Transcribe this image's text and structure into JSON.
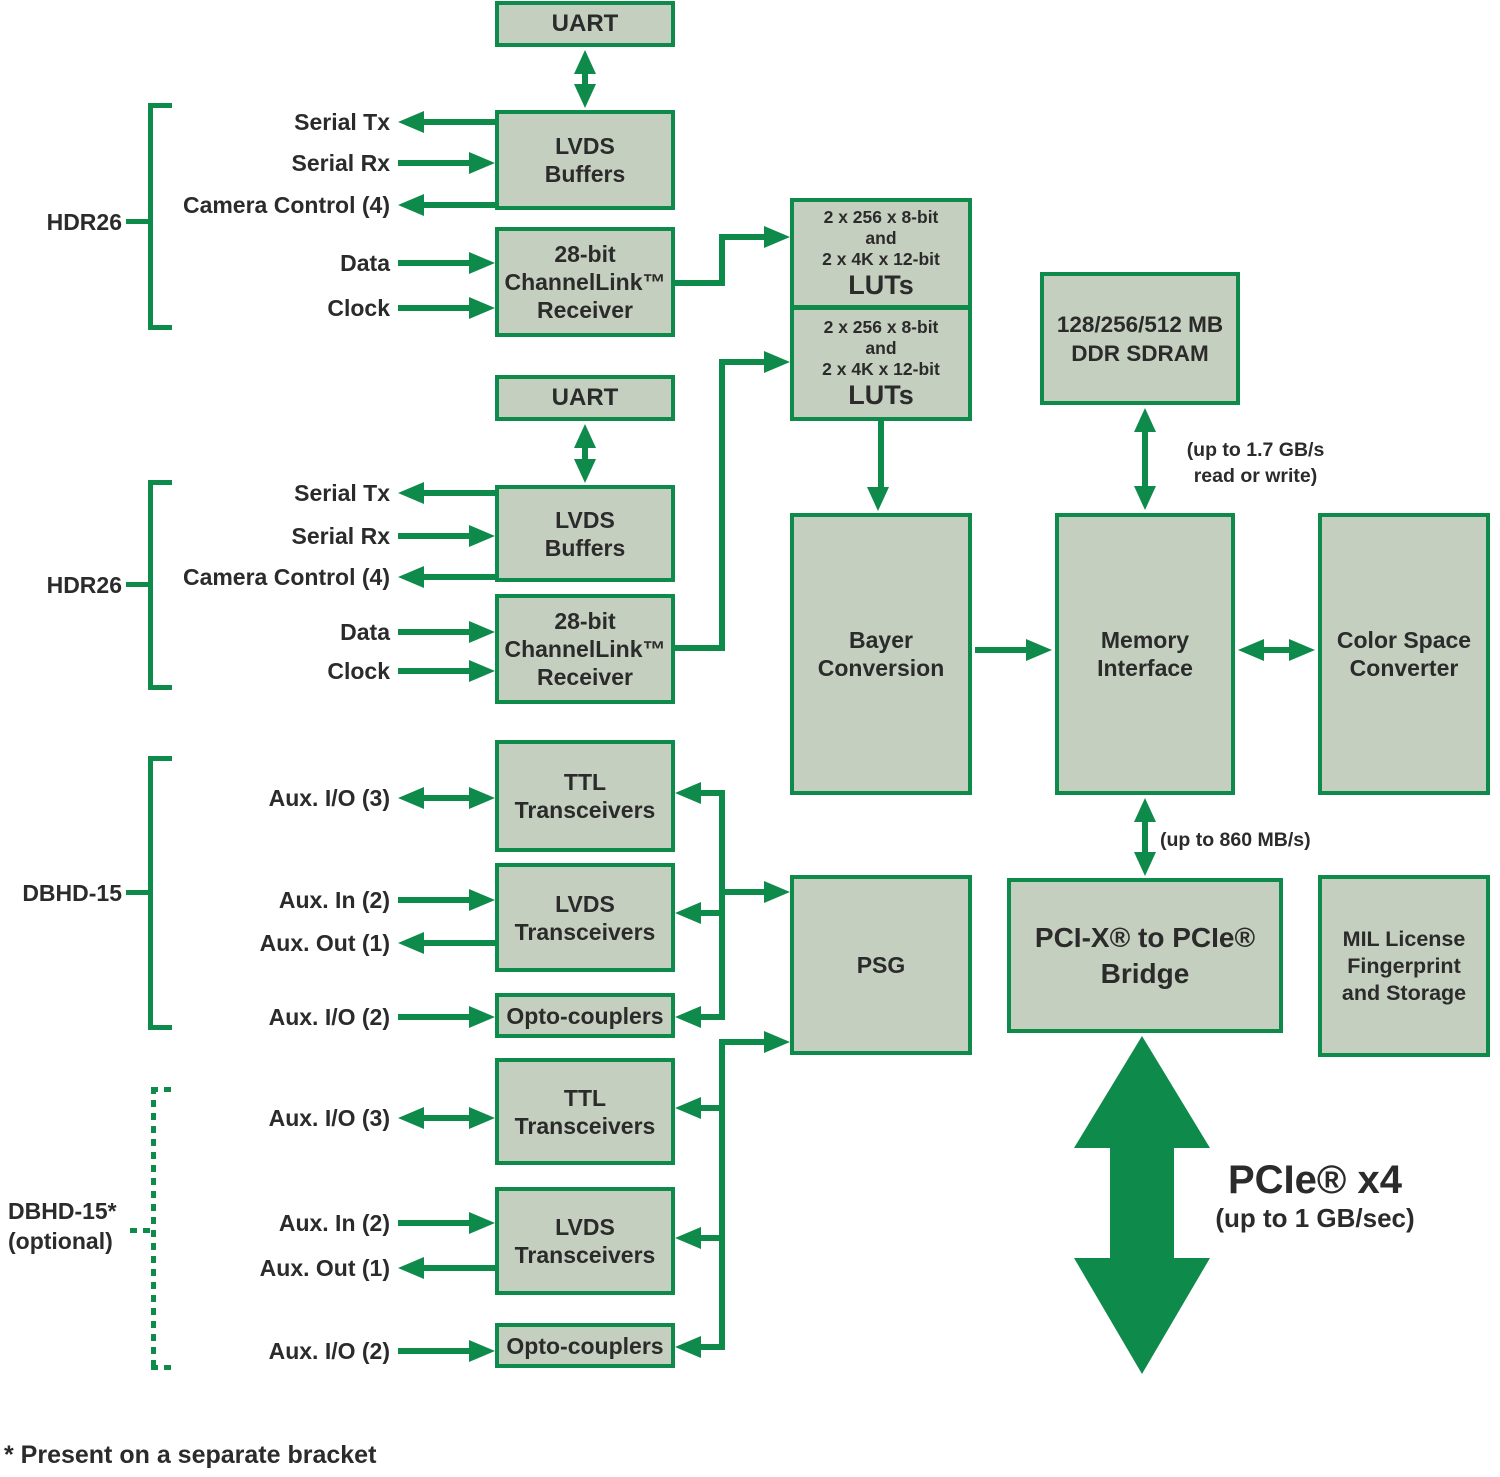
{
  "diagram": {
    "boxes": {
      "uart1": "UART",
      "lvds_buffers1": "LVDS\nBuffers",
      "receiver1": "28-bit\nChannelLink™\nReceiver",
      "uart2": "UART",
      "lvds_buffers2": "LVDS\nBuffers",
      "receiver2": "28-bit\nChannelLink™\nReceiver",
      "lut1_detail": "2 x 256 x 8-bit\nand\n2 x 4K x 12-bit",
      "lut1_title": "LUTs",
      "lut2_detail": "2 x 256 x 8-bit\nand\n2 x 4K x 12-bit",
      "lut2_title": "LUTs",
      "ddr_sdram": "128/256/512 MB\nDDR SDRAM",
      "bayer_conversion": "Bayer\nConversion",
      "memory_interface": "Memory\nInterface",
      "color_space_converter": "Color Space\nConverter",
      "ttl_transceivers1": "TTL\nTransceivers",
      "lvds_transceivers1": "LVDS\nTransceivers",
      "opto_couplers1": "Opto-couplers",
      "psg": "PSG",
      "pcix_pcie_bridge": "PCI-X® to PCIe®\nBridge",
      "mil_license": "MIL License\nFingerprint\nand Storage",
      "ttl_transceivers2": "TTL\nTransceivers",
      "lvds_transceivers2": "LVDS\nTransceivers",
      "opto_couplers2": "Opto-couplers"
    },
    "connectors": {
      "hdr26_1": "HDR26",
      "hdr26_2": "HDR26",
      "dbhd15": "DBHD-15",
      "dbhd15_optional": "DBHD-15*\n(optional)"
    },
    "ports": {
      "camera1": {
        "serial_tx": "Serial Tx",
        "serial_rx": "Serial Rx",
        "camera_control": "Camera Control (4)",
        "data": "Data",
        "clock": "Clock"
      },
      "camera2": {
        "serial_tx": "Serial Tx",
        "serial_rx": "Serial Rx",
        "camera_control": "Camera Control (4)",
        "data": "Data",
        "clock": "Clock"
      },
      "aux1": {
        "io3": "Aux. I/O (3)",
        "in2": "Aux. In (2)",
        "out1": "Aux. Out (1)",
        "io2": "Aux. I/O (2)"
      },
      "aux2": {
        "io3": "Aux. I/O (3)",
        "in2": "Aux. In (2)",
        "out1": "Aux. Out (1)",
        "io2": "Aux. I/O (2)"
      }
    },
    "annotations": {
      "ddr_bandwidth": "(up to 1.7 GB/s\nread or write)",
      "bridge_bandwidth": "(up to 860 MB/s)",
      "pcie_title": "PCIe® x4",
      "pcie_bandwidth": "(up to 1 GB/sec)"
    },
    "footnote": "* Present on a separate bracket",
    "colors": {
      "accent_green": "#0e8a4a",
      "box_fill": "#c5cfbf",
      "text": "#2b2b2b"
    }
  }
}
